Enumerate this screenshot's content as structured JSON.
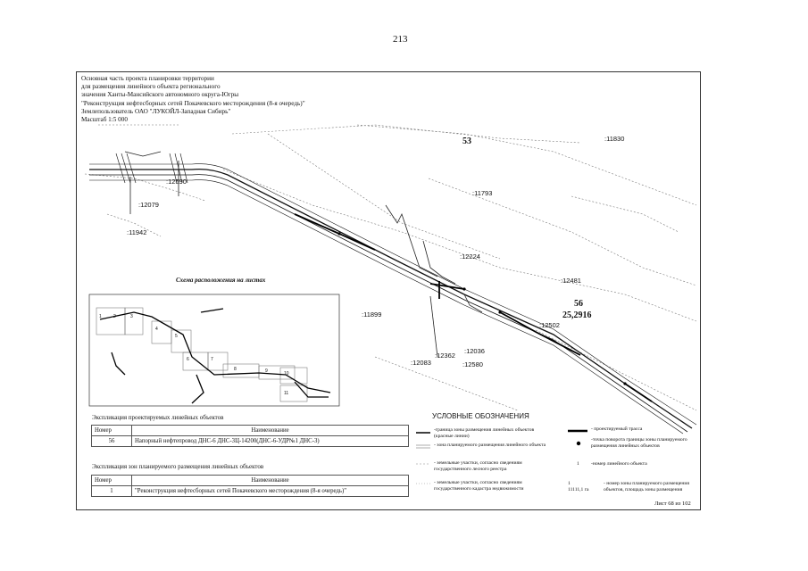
{
  "page_number": "213",
  "header_lines": [
    "Основная часть проекта планировки территории",
    "для размещения линейного объекта регионального",
    "значения Ханты-Мансийского автономного округа-Югры",
    "\"Реконструкция нефтесборных сетей Покачевского месторождения (8-я очередь)\"",
    "Землепользователь ОАО \"ЛУКОЙЛ-Западная Сибирь\"",
    "Масштаб 1:5 000"
  ],
  "map_labels": {
    "quarter_53": "53",
    "quarter_56": "56",
    "area_56": "25,2916",
    "p11830": ":11830",
    "p12590": ":12590",
    "p12079": ":12079",
    "p11942": ":11942",
    "p11793": ":11793",
    "p12224": ":12224",
    "p12481": ":12481",
    "p11899": ":11899",
    "p12502": ":12502",
    "p12362": ":12362",
    "p12036": ":12036",
    "p12083": ":12083",
    "p12580": ":12580"
  },
  "scheme": {
    "title": "Схема расположения на листах",
    "sheet_numbers": [
      "1",
      "2",
      "3",
      "4",
      "5",
      "6",
      "7",
      "8",
      "9",
      "10",
      "11"
    ]
  },
  "explication_objects": {
    "title": "Экспликация проектируемых линейных объектов",
    "columns": [
      "Номер",
      "Наименование"
    ],
    "rows": [
      [
        "56",
        "Напорный нефтепровод ДНС-6 ДНС-3Ц-14200(ДНС-6-УДР№1 ДНС-3)"
      ]
    ]
  },
  "explication_zones": {
    "title": "Экспликация зон планируемого размещения линейных объектов",
    "columns": [
      "Номер",
      "Наименование"
    ],
    "rows": [
      [
        "1",
        "\"Реконструкция нефтесборных сетей Покачевского месторождения (8-я очередь)\""
      ]
    ]
  },
  "legend": {
    "title": "УСЛОВНЫЕ ОБОЗНАЧЕНИЯ",
    "items": [
      "-граница зоны размещения линейных объектов (красные линии)",
      "- зона планируемого размещения линейного объекта",
      "- земельные участки, согласно сведениям государственного лесного реестра",
      "- земельные участки, согласно сведениям государственного кадастра недвижимости",
      "- проектируемый трасса",
      "-точка поворота границы зоны планируемого размещения линейных объектов",
      "-номер линейного объекта",
      "- номер зоны планируемого размещения объектов, площадь зоны размещения"
    ],
    "marker_number": "1",
    "marker_zone": "1",
    "marker_zone_area": "11111,1 га"
  },
  "sheet_label": "Лист 68 из 102"
}
